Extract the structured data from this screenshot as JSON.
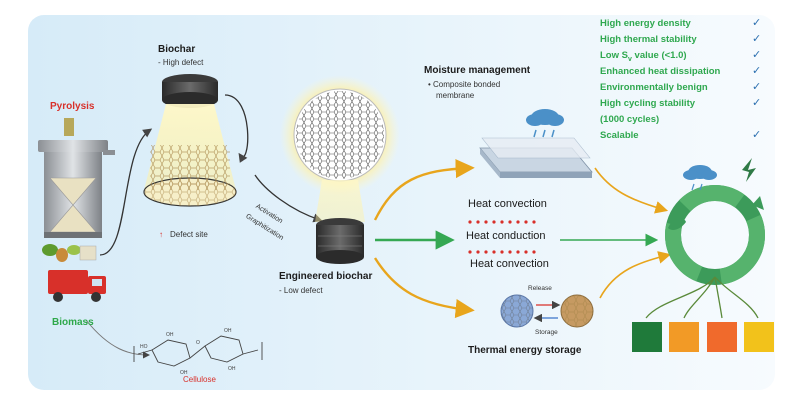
{
  "labels": {
    "biochar_title": "Biochar",
    "biochar_sub": "- High defect",
    "pyrolysis": "Pyrolysis",
    "biomass": "Biomass",
    "cellulose": "Cellulose",
    "defect_site": "Defect site",
    "activation": "Activation",
    "graphitization": "Graphitization",
    "engineered_title": "Engineered biochar",
    "engineered_sub": "- Low defect",
    "moisture_title": "Moisture management",
    "moisture_sub1": "• Composite bonded",
    "moisture_sub2": "membrane",
    "heat_convection_top": "Heat convection",
    "heat_conduction": "Heat conduction",
    "heat_convection_bottom": "Heat convection",
    "release": "Release",
    "storage": "Storage",
    "thermal_storage": "Thermal energy storage"
  },
  "advantages": [
    {
      "text": "High energy density",
      "check": "✓"
    },
    {
      "text": "High thermal stability",
      "check": "✓"
    },
    {
      "text": "Low Sv value (<1.0)",
      "check": "✓"
    },
    {
      "text": "Enhanced heat dissipation",
      "check": "✓"
    },
    {
      "text": "Environmentally benign",
      "check": "✓"
    },
    {
      "text": "High cycling stability",
      "check": "✓"
    },
    {
      "text": "(1000 cycles)",
      "check": ""
    },
    {
      "text": "Scalable",
      "check": "✓"
    }
  ],
  "colors": {
    "panel_left": "#dceef9",
    "panel_right": "#ffffff",
    "accent_green": "#2ea84a",
    "accent_red": "#d8302a",
    "arrow_orange": "#e8a51c",
    "arrow_green": "#35a853",
    "ring_green": "#3c9b5a",
    "sdg_colors": [
      "#1f7a3a",
      "#f29a26",
      "#f06a2c",
      "#f2c21b"
    ]
  },
  "icons": [
    "reactor-icon",
    "truck-icon",
    "plants-icon",
    "cloud-rain-icon",
    "membrane-icon",
    "sphere-icon",
    "leaf-icon",
    "recycle-ring-icon",
    "sdg-tile-icon"
  ]
}
